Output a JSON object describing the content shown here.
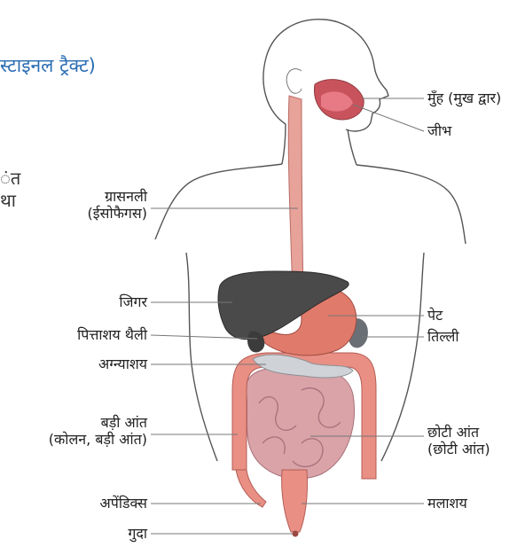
{
  "title_fragment": "स्टाइनल ट्रैक्ट)",
  "text_fragments": [
    "ंत",
    "था"
  ],
  "labels": {
    "mouth": "मुँह (मुख द्वार)",
    "tongue": "जीभ",
    "esophagus_1": "ग्रासनली",
    "esophagus_2": "(ईसोफैगस)",
    "liver": "जिगर",
    "gallbladder": "पित्ताशय थैली",
    "pancreas": "अग्न्याशय",
    "stomach": "पेट",
    "spleen": "तिल्ली",
    "large_intestine_1": "बड़ी आंत",
    "large_intestine_2": "(कोलन, बड़ी आंत)",
    "small_intestine_1": "छोटी आंत",
    "small_intestine_2": "(छोटी आंत)",
    "appendix": "अपेंडिक्स",
    "rectum": "मलाशय",
    "anus": "गुदा"
  },
  "colors": {
    "title": "#2a6db5",
    "outline": "#555555",
    "liver": "#4a4a4a",
    "stomach": "#e07a6a",
    "intestine": "#e98f84",
    "small_intestine": "#d9a3a8",
    "pancreas": "#cfd2d6"
  }
}
